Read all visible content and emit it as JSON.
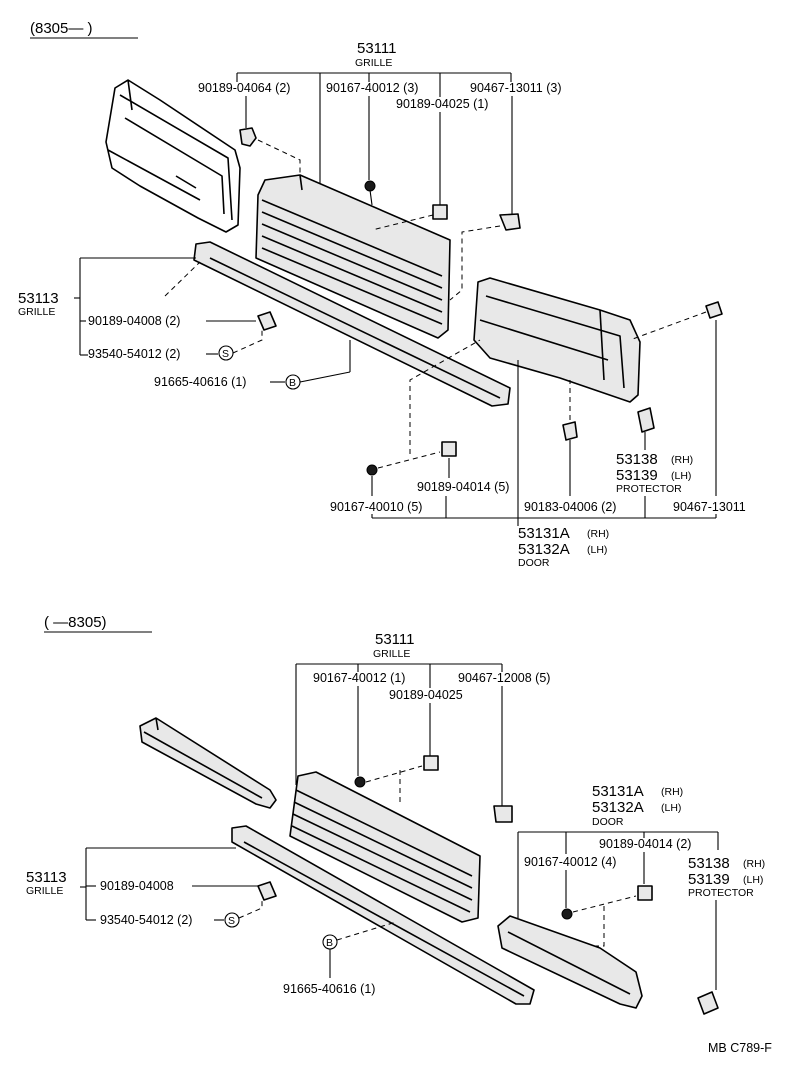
{
  "top": {
    "section_label": "(8305—     )",
    "grille_part": "53111",
    "grille_name": "GRILLE",
    "screw_a": "90189-04064 (2)",
    "screw_b": "90167-40012 (3)",
    "clip_a": "90467-13011 (3)",
    "nut_a": "90189-04025 (1)",
    "lower_grille_part": "53113",
    "lower_grille_name": "GRILLE",
    "nut_b": "90189-04008 (2)",
    "screw_c": "93540-54012 (2)",
    "marker_s": "S",
    "bolt_b": "91665-40616 (1)",
    "marker_b": "B",
    "prot_rh": "53138",
    "prot_rh_side": "(RH)",
    "prot_lh": "53139",
    "prot_lh_side": "(LH)",
    "prot_name": "PROTECTOR",
    "nut_c": "90189-04014 (5)",
    "screw_d": "90167-40010 (5)",
    "nut_d": "90183-04006 (2)",
    "clip_b": "90467-13011",
    "door_rh": "53131A",
    "door_rh_side": "(RH)",
    "door_lh": "53132A",
    "door_lh_side": "(LH)",
    "door_name": "DOOR"
  },
  "bottom": {
    "section_label": "(      —8305)",
    "grille_part": "53111",
    "grille_name": "GRILLE",
    "screw_a": "90167-40012 (1)",
    "clip_a": "90467-12008 (5)",
    "nut_a": "90189-04025",
    "door_rh": "53131A",
    "door_rh_side": "(RH)",
    "door_lh": "53132A",
    "door_lh_side": "(LH)",
    "door_name": "DOOR",
    "nut_b": "90189-04014 (2)",
    "screw_b": "90167-40012 (4)",
    "prot_rh": "53138",
    "prot_rh_side": "(RH)",
    "prot_lh": "53139",
    "prot_lh_side": "(LH)",
    "prot_name": "PROTECTOR",
    "lower_grille_part": "53113",
    "lower_grille_name": "GRILLE",
    "nut_c": "90189-04008",
    "screw_c": "93540-54012 (2)",
    "marker_s": "S",
    "marker_b": "B",
    "bolt_b": "91665-40616 (1)"
  },
  "footer_code": "MB  C789-F"
}
